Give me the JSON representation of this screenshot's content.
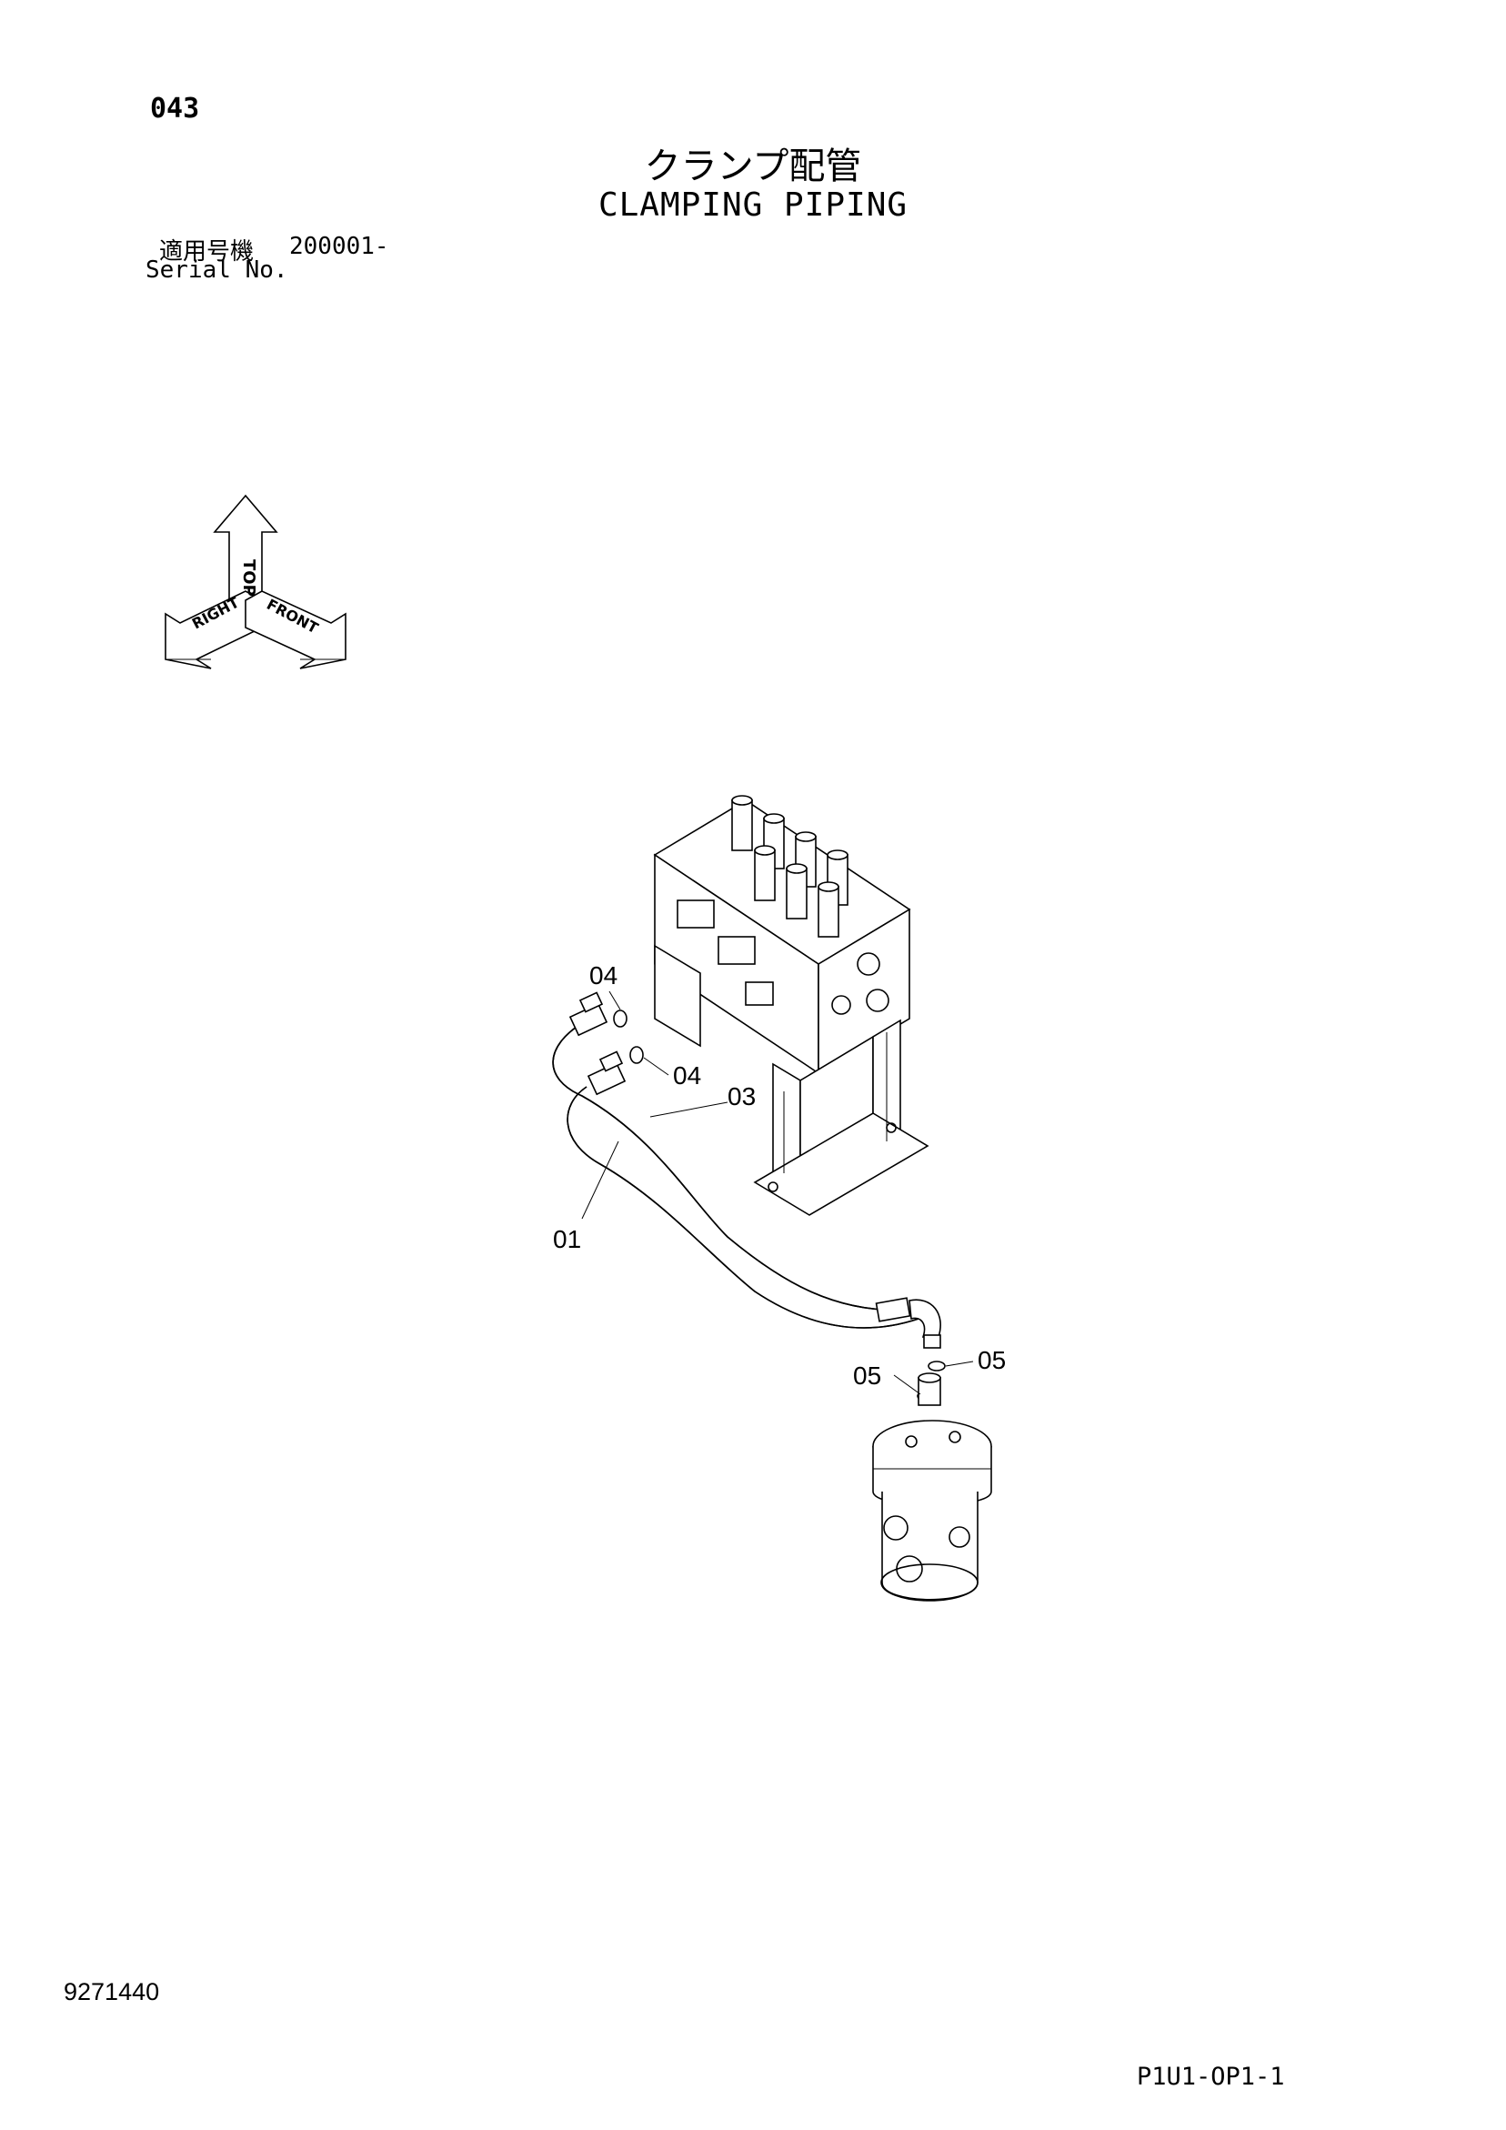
{
  "header": {
    "page_number": "043",
    "title_jp": "クランプ配管",
    "title_en": "CLAMPING PIPING",
    "serial_label_jp": "適用号機",
    "serial_range": "200001-",
    "serial_label_en": "Serial No."
  },
  "orientation": {
    "top": "TOP",
    "right": "RIGHT",
    "front": "FRONT"
  },
  "callouts": {
    "c04_upper": "04",
    "c04_lower": "04",
    "c03": "03",
    "c01": "01",
    "c05_left": "05",
    "c05_right": "05"
  },
  "footer": {
    "drawing_number": "9271440",
    "page_code": "P1U1-OP1-1"
  }
}
